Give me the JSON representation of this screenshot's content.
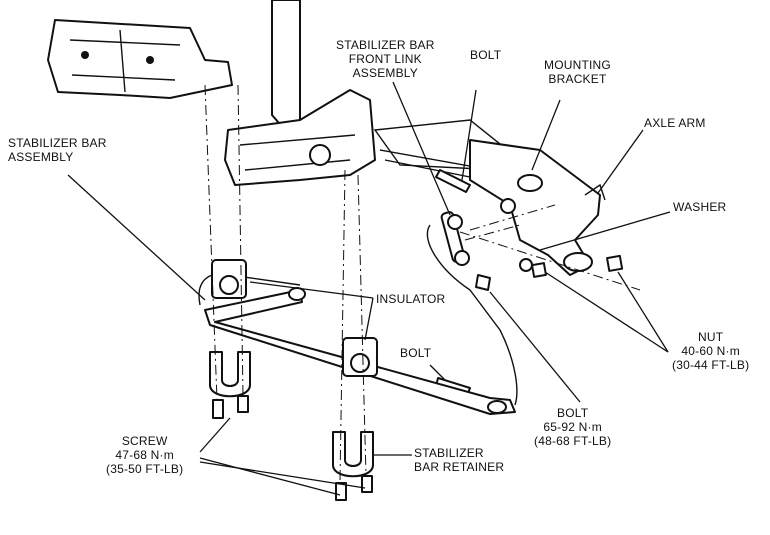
{
  "labels": {
    "stabilizer_bar_assembly": "STABILIZER BAR\nASSEMBLY",
    "front_link_assembly": "STABILIZER BAR\nFRONT LINK\nASSEMBLY",
    "bolt_top": "BOLT",
    "mounting_bracket": "MOUNTING\nBRACKET",
    "axle_arm": "AXLE ARM",
    "washer": "WASHER",
    "insulator": "INSULATOR",
    "nut": "NUT\n40-60 N·m\n(30-44 FT-LB)",
    "bolt_mid": "BOLT",
    "bolt_torque": "BOLT\n65-92 N·m\n(48-68 FT-LB)",
    "screw": "SCREW\n47-68 N·m\n(35-50 FT-LB)",
    "retainer": "STABILIZER\nBAR RETAINER"
  },
  "colors": {
    "ink": "#111111",
    "paper": "#ffffff"
  }
}
